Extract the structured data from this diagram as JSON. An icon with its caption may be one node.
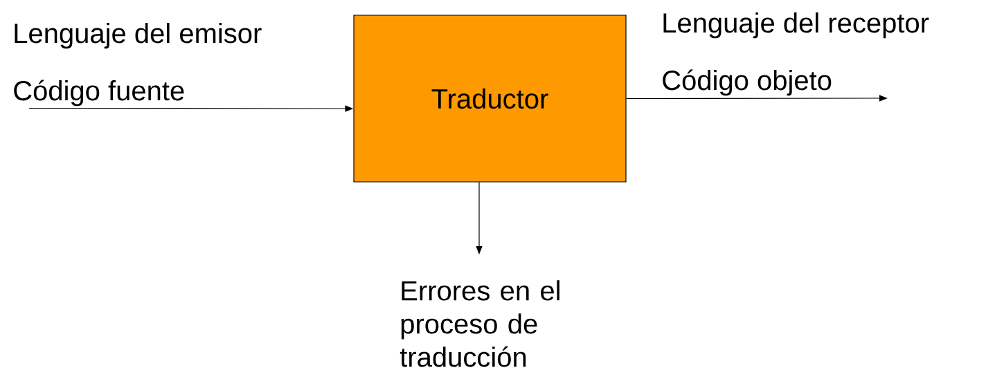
{
  "diagram": {
    "nodes": [
      {
        "text": [
          "Código fuente"
        ]
      },
      {
        "text": [
          "Traductor"
        ]
      },
      {
        "text": [
          "Errores en el proceso de traducción"
        ]
      }
    ],
    "edges": [
      {
        "from": 0,
        "to": 1,
        "arrow": "to"
      },
      {
        "from": 1,
        "to": null,
        "arrow": "to"
      },
      {
        "from": 1,
        "to": 2,
        "arrow": "to"
      }
    ],
    "labels": [
      "Lenguaje del emisor",
      "Lenguaje del receptor",
      "Código objeto"
    ]
  }
}
